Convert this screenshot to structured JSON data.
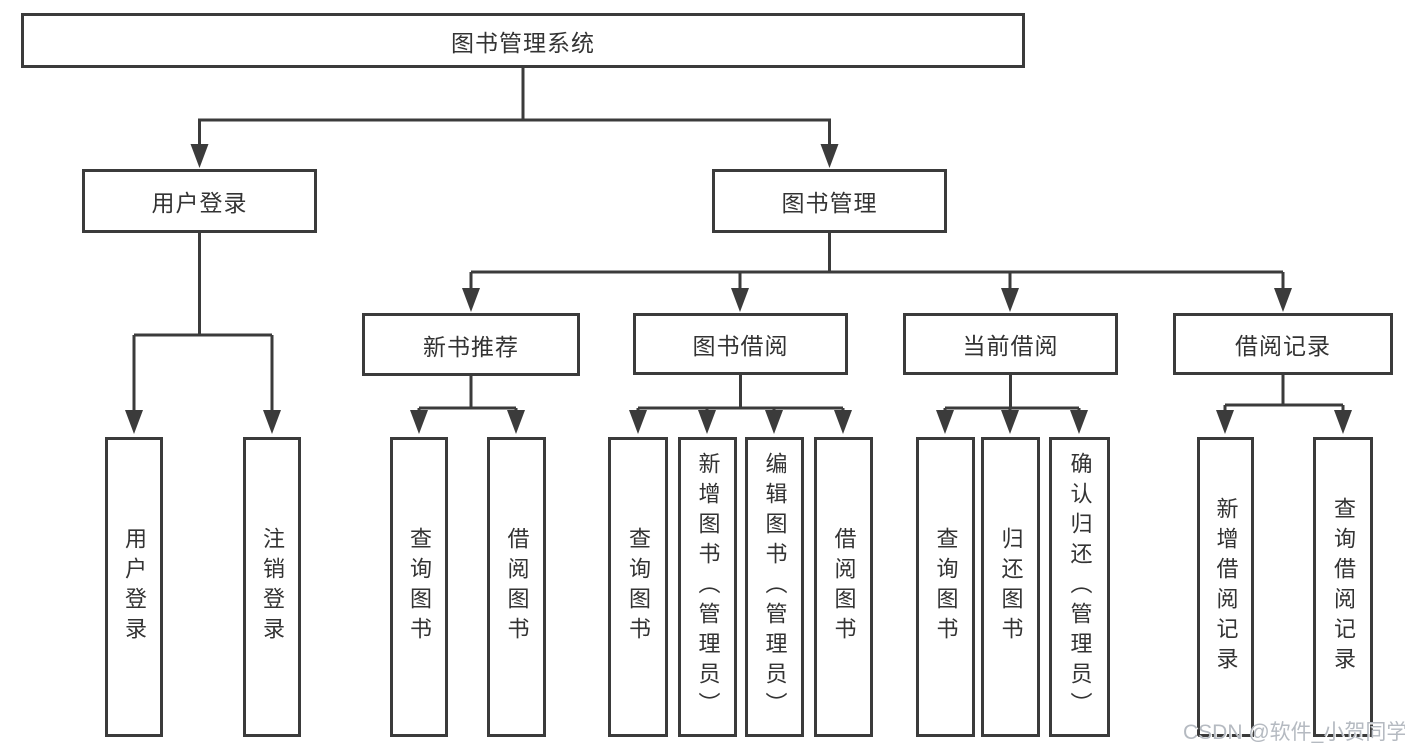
{
  "diagram": {
    "title": "图书管理系统",
    "root": {
      "label": "图书管理系统"
    },
    "level2": [
      {
        "label": "用户登录"
      },
      {
        "label": "图书管理"
      }
    ],
    "level3": [
      {
        "label": "新书推荐",
        "parent": "图书管理"
      },
      {
        "label": "图书借阅",
        "parent": "图书管理"
      },
      {
        "label": "当前借阅",
        "parent": "图书管理"
      },
      {
        "label": "借阅记录",
        "parent": "图书管理"
      }
    ],
    "leaves": [
      {
        "label": "用户登录",
        "parent": "用户登录"
      },
      {
        "label": "注销登录",
        "parent": "用户登录"
      },
      {
        "label": "查询图书",
        "parent": "新书推荐"
      },
      {
        "label": "借阅图书",
        "parent": "新书推荐"
      },
      {
        "label": "查询图书",
        "parent": "图书借阅"
      },
      {
        "label": "新增图书（管理员）",
        "parent": "图书借阅"
      },
      {
        "label": "编辑图书（管理员）",
        "parent": "图书借阅"
      },
      {
        "label": "借阅图书",
        "parent": "图书借阅"
      },
      {
        "label": "查询图书",
        "parent": "当前借阅"
      },
      {
        "label": "归还图书",
        "parent": "当前借阅"
      },
      {
        "label": "确认归还（管理员）",
        "parent": "当前借阅"
      },
      {
        "label": "新增借阅记录",
        "parent": "借阅记录"
      },
      {
        "label": "查询借阅记录",
        "parent": "借阅记录"
      }
    ],
    "colors": {
      "line": "#3b3b3b",
      "text": "#333333",
      "background": "#ffffff"
    }
  },
  "watermark": {
    "text": "CSDN @软件_小贺同学",
    "color": "#b5bac1"
  }
}
